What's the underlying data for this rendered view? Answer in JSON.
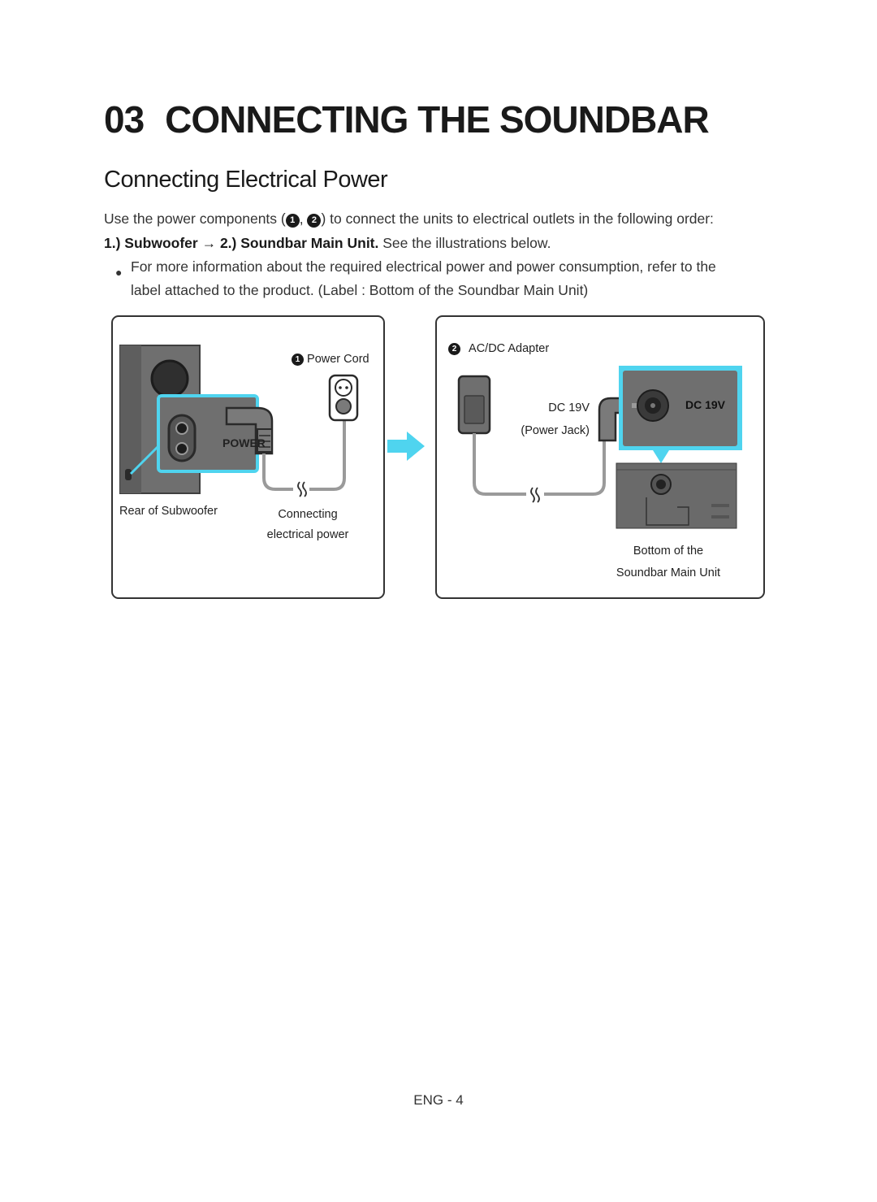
{
  "chapter": {
    "number": "03",
    "title": "CONNECTING THE SOUNDBAR"
  },
  "section_title": "Connecting Electrical Power",
  "intro": {
    "part1": "Use the power components (",
    "badge1": "1",
    "sep": ", ",
    "badge2": "2",
    "part2": ") to connect the units to electrical outlets in the following order:",
    "order_1": "1.) Subwoofer",
    "arrow": "→",
    "order_2": "2.) Soundbar Main Unit.",
    "order_tail": " See the illustrations below."
  },
  "bullet": {
    "line1": "For more information about the required electrical power and power consumption, refer to the",
    "line2": "label attached to the product. (Label : Bottom of the Soundbar Main Unit)"
  },
  "panel_left": {
    "power_cord_badge": "1",
    "power_cord_label": "Power Cord",
    "power_port_label": "POWER",
    "rear_label": "Rear of Subwoofer",
    "connecting_line1": "Connecting",
    "connecting_line2": "electrical power"
  },
  "panel_right": {
    "adapter_badge": "2",
    "adapter_label": "AC/DC Adapter",
    "dc_label": "DC 19V",
    "jack_label": "(Power Jack)",
    "zoom_dc_label": "DC 19V",
    "bottom_line1": "Bottom of the",
    "bottom_line2": "Soundbar Main Unit"
  },
  "colors": {
    "highlight": "#4fd4ef",
    "device": "#6f6f6f",
    "device_dark": "#4a4a4a",
    "cable": "#9a9a9a"
  },
  "footer": "ENG - 4"
}
